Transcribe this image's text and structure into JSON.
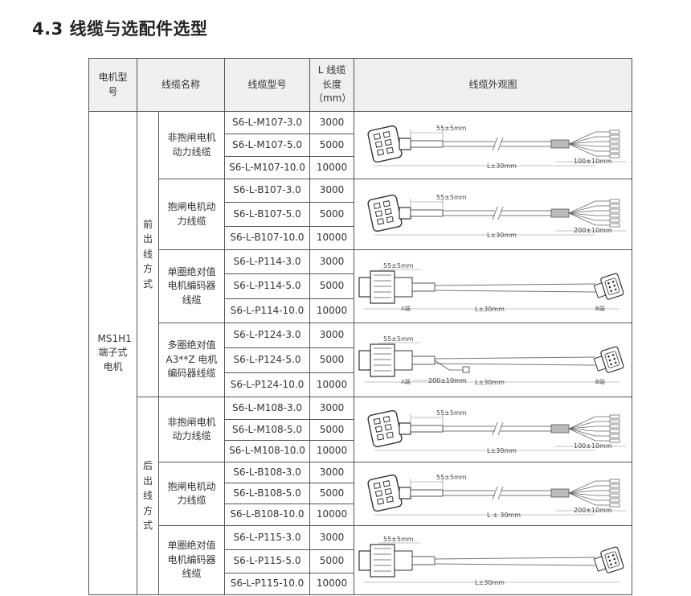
{
  "title": "4.3 线缆与选配件选型",
  "headers": {
    "motor_type": "电机型号",
    "cable_name": "线缆名称",
    "cable_model": "线缆型号",
    "length": "L 线缆长度（mm）",
    "appearance": "线缆外观图"
  },
  "motor": "MS1H1端子式电机",
  "groups": [
    {
      "label": "前出线方式",
      "cables": [
        {
          "name": "非抱闸电机动力线缆",
          "kind": "power",
          "dim_a": "55±5mm",
          "dim_b": "100±10mm",
          "dim_l": "L±30mm",
          "rows": [
            {
              "model": "S6-L-M107-3.0",
              "length": "3000"
            },
            {
              "model": "S6-L-M107-5.0",
              "length": "5000"
            },
            {
              "model": "S6-L-M107-10.0",
              "length": "10000"
            }
          ]
        },
        {
          "name": "抱闸电机动力线缆",
          "kind": "power",
          "dim_a": "55±5mm",
          "dim_b": "200±10mm",
          "dim_l": "L±30mm",
          "rows": [
            {
              "model": "S6-L-B107-3.0",
              "length": "3000"
            },
            {
              "model": "S6-L-B107-5.0",
              "length": "5000"
            },
            {
              "model": "S6-L-B107-10.0",
              "length": "10000"
            }
          ]
        },
        {
          "name": "单圈绝对值电机编码器线缆",
          "kind": "encoder",
          "dim_a": "55±5mm",
          "dim_l": "L±30mm",
          "end_a": "A端",
          "end_b": "B端",
          "rows": [
            {
              "model": "S6-L-P114-3.0",
              "length": "3000"
            },
            {
              "model": "S6-L-P114-5.0",
              "length": "5000"
            },
            {
              "model": "S6-L-P114-10.0",
              "length": "10000"
            }
          ]
        },
        {
          "name": "多圈绝对值A3**Z 电机编码器线缆",
          "kind": "encoder-battery",
          "dim_a": "55±5mm",
          "dim_b": "200±10mm",
          "dim_l": "L±30mm",
          "end_a": "A端",
          "end_b": "B端",
          "rows": [
            {
              "model": "S6-L-P124-3.0",
              "length": "3000"
            },
            {
              "model": "S6-L-P124-5.0",
              "length": "5000"
            },
            {
              "model": "S6-L-P124-10.0",
              "length": "10000"
            }
          ]
        }
      ]
    },
    {
      "label": "后出线方式",
      "cables": [
        {
          "name": "非抱闸电机动力线缆",
          "kind": "power",
          "dim_a": "55±5mm",
          "dim_b": "100±10mm",
          "dim_l": "L±30mm",
          "rows": [
            {
              "model": "S6-L-M108-3.0",
              "length": "3000"
            },
            {
              "model": "S6-L-M108-5.0",
              "length": "5000"
            },
            {
              "model": "S6-L-M108-10.0",
              "length": "10000"
            }
          ]
        },
        {
          "name": "抱闸电机动力线缆",
          "kind": "power",
          "dim_a": "55±5mm",
          "dim_b": "200±10mm",
          "dim_l": "L ± 30mm",
          "rows": [
            {
              "model": "S6-L-B108-3.0",
              "length": "3000"
            },
            {
              "model": "S6-L-B108-5.0",
              "length": "5000"
            },
            {
              "model": "S6-L-B108-10.0",
              "length": "10000"
            }
          ]
        },
        {
          "name": "单圈绝对值电机编码器线缆",
          "kind": "encoder",
          "dim_a": "55±5mm",
          "dim_l": "L±30mm",
          "rows": [
            {
              "model": "S6-L-P115-3.0",
              "length": "3000"
            },
            {
              "model": "S6-L-P115-5.0",
              "length": "5000"
            },
            {
              "model": "S6-L-P115-10.0",
              "length": "10000"
            }
          ]
        }
      ]
    }
  ]
}
